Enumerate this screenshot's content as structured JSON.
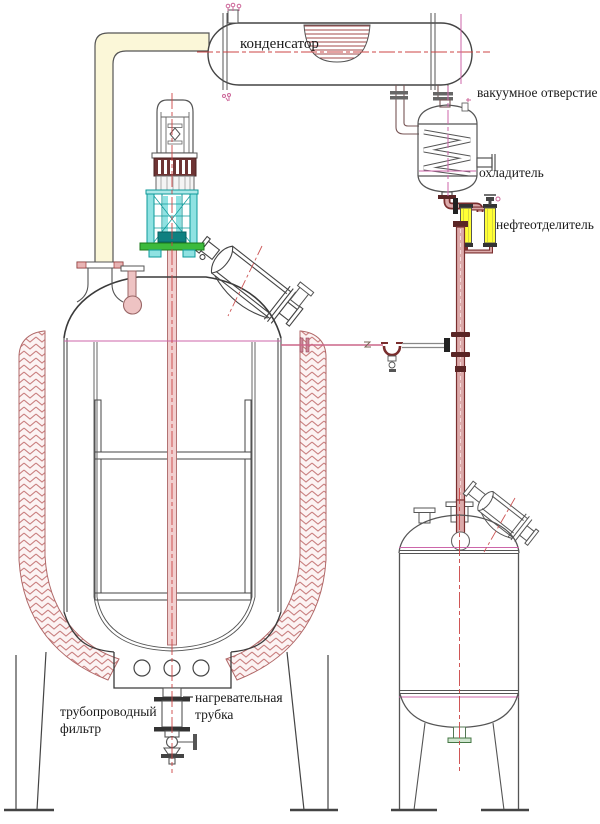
{
  "diagram": {
    "type": "process-equipment-drawing",
    "language": "ru",
    "labels": {
      "condenser": "конденсатор",
      "vacuum_port": "вакуумное отверстие",
      "cooler": "охладитель",
      "oil_separator": "нефтеотделитель",
      "heating_tube": [
        "нагревательная",
        "трубка"
      ],
      "pipeline_filter": [
        "трубопроводный",
        "фильтр"
      ]
    },
    "colors": {
      "outline": "#444444",
      "centerline_red": "#cc4444",
      "centerline_magenta": "#cc66aa",
      "insulation_hatch": "#c97f7f",
      "pipe_outline_dark_red": "#7a2e2e",
      "pipe_fill_pink": "#dcaaaa",
      "vapor_pipe_fill_yellow": "#fbf7d8",
      "separator_highlight_yellow": "#ffff35",
      "stand_cyan": "#8fe2e2",
      "base_flange_green": "#3cba3c",
      "motor_coupling_maroon": "#6e3434",
      "seal_teal": "#0f8080"
    }
  }
}
